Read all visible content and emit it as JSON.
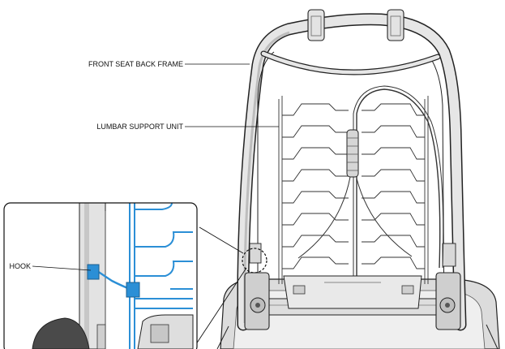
{
  "labels": {
    "front_seat_back_frame": "FRONT SEAT BACK FRAME",
    "lumbar_support_unit": "LUMBAR SUPPORT UNIT",
    "hook": "HOOK"
  },
  "colors": {
    "line": "#222222",
    "frame_fill": "#e3e3e3",
    "frame_shade": "#b9b9b9",
    "highlight_blue": "#2b8fd6",
    "dark_part": "#555555"
  }
}
